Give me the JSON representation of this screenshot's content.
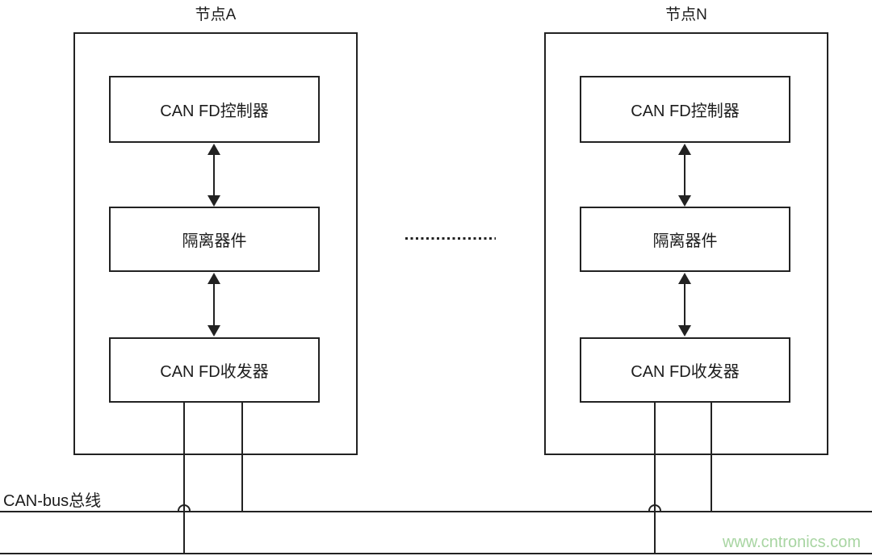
{
  "diagram": {
    "nodes": [
      {
        "title": "节点A",
        "blocks": [
          {
            "label": "CAN FD控制器"
          },
          {
            "label": "隔离器件"
          },
          {
            "label": "CAN FD收发器"
          }
        ]
      },
      {
        "title": "节点N",
        "blocks": [
          {
            "label": "CAN FD控制器"
          },
          {
            "label": "隔离器件"
          },
          {
            "label": "CAN FD收发器"
          }
        ]
      }
    ],
    "ellipsis_icon": "dotted-line",
    "bus_label": "CAN-bus总线",
    "watermark": "www.cntronics.com",
    "colors": {
      "line": "#222222",
      "background": "#ffffff",
      "watermark": "#a8d5a2"
    }
  }
}
